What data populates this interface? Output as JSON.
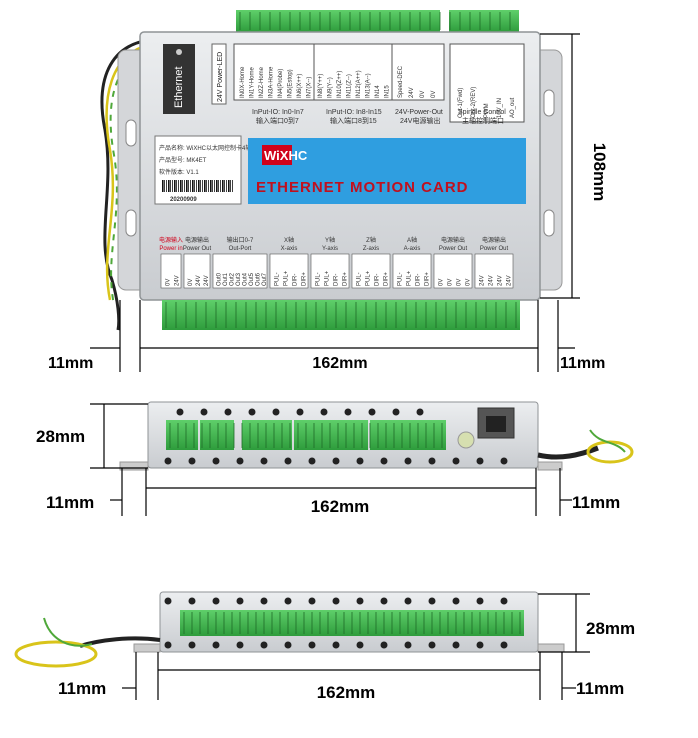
{
  "top_view": {
    "ethernet_label": "Ethernet",
    "power_label": "24V Power-LED",
    "home_pins": [
      "IN0X-Home",
      "IN1Y-Home",
      "IN2Z-Home",
      "IN3A-Home",
      "IN4(Probe)",
      "IN5(Estop)",
      "IN6(X++)",
      "IN7(X--)"
    ],
    "limit_pins": [
      "IN8(Y++)",
      "IN9(Y--)",
      "IN10(Z++)",
      "IN11(Z--)",
      "IN12(A++)",
      "IN13(A--)",
      "IN14",
      "IN15"
    ],
    "power_pins": [
      "Speed-DEC",
      "24V",
      "0V",
      "0V"
    ],
    "spindle_pins": [
      "Out-1(Fwd)",
      "Out-2(REV)",
      "PWM",
      "10V_IN",
      "AO_out"
    ],
    "group_labels": {
      "in1": "InPut-IO: In0-In7",
      "in1_cn": "输入端口0到7",
      "in2": "InPut-IO: In8-In15",
      "in2_cn": "输入端口8到15",
      "pwr": "24V-Power-Out",
      "pwr_cn": "24V电源输出",
      "spindle": "Spindle Control",
      "spindle_cn": "主轴控制端口"
    },
    "sticker": {
      "name": "产品名称: WiXHC以太网控制卡4轴",
      "model": "产品型号: MK4ET",
      "version": "软件版本: V1.1",
      "serial": "20200909"
    },
    "logo_text": "WiXHC",
    "banner_text": "ETHERNET MOTION CARD",
    "bottom_groups": [
      {
        "cn": "电源输入",
        "en": "Power in",
        "pins": [
          "0V",
          "24V"
        ]
      },
      {
        "cn": "电源输出",
        "en": "Power Out",
        "pins": [
          "0V",
          "24V",
          "24V"
        ]
      },
      {
        "cn": "输出口0-7",
        "en": "Out-Port",
        "pins": [
          "Out0",
          "Out1",
          "Out2",
          "Out3",
          "Out4",
          "Out5",
          "Out6",
          "Out7"
        ]
      },
      {
        "cn": "X轴",
        "en": "X-axis",
        "pins": [
          "PUL-",
          "PUL+",
          "DIR-",
          "DIR+"
        ]
      },
      {
        "cn": "Y轴",
        "en": "Y-axis",
        "pins": [
          "PUL-",
          "PUL+",
          "DIR-",
          "DIR+"
        ]
      },
      {
        "cn": "Z轴",
        "en": "Z-axis",
        "pins": [
          "PUL-",
          "PUL+",
          "DIR-",
          "DIR+"
        ]
      },
      {
        "cn": "A轴",
        "en": "A-axis",
        "pins": [
          "PUL-",
          "PUL+",
          "DIR-",
          "DIR+"
        ]
      },
      {
        "cn": "电源输出",
        "en": "Power Out",
        "pins": [
          "0V",
          "0V",
          "0V",
          "0V"
        ]
      },
      {
        "cn": "电源输出",
        "en": "Power Out",
        "pins": [
          "24V",
          "24V",
          "24V",
          "24V"
        ]
      }
    ]
  },
  "dimensions": {
    "height_top": "108mm",
    "width": "162mm",
    "ear_left": "11mm",
    "ear_right": "11mm",
    "height_side": "28mm",
    "side1_width": "162mm",
    "side1_ear_left": "11mm",
    "side1_ear_right": "11mm",
    "side2_width": "162mm",
    "side2_ear_left": "11mm",
    "side2_ear_right": "11mm",
    "height_side2": "28mm"
  },
  "colors": {
    "connector_green": "#3cb44b",
    "case_gray": "#d8dadc",
    "banner_blue": "#2f9ee0",
    "banner_text": "#d0021b"
  }
}
